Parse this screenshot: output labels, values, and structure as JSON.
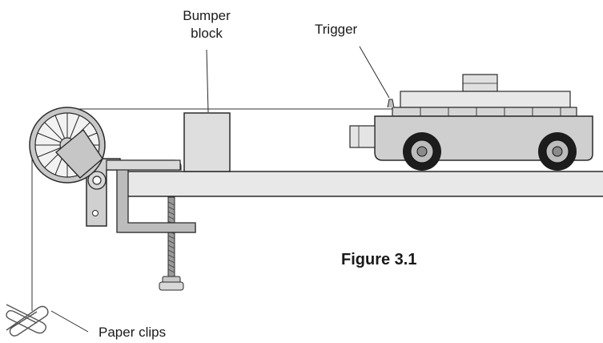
{
  "labels": {
    "bumper_line1": "Bumper",
    "bumper_line2": "block",
    "trigger": "Trigger",
    "figure": "Figure 3.1",
    "paper_clips": "Paper clips"
  },
  "colors": {
    "line": "#2a2a2a",
    "metal_light": "#e6e6e6",
    "metal_mid": "#cfcfcf",
    "metal_dark": "#b4b4b4",
    "wheel": "#1c1c1c"
  }
}
